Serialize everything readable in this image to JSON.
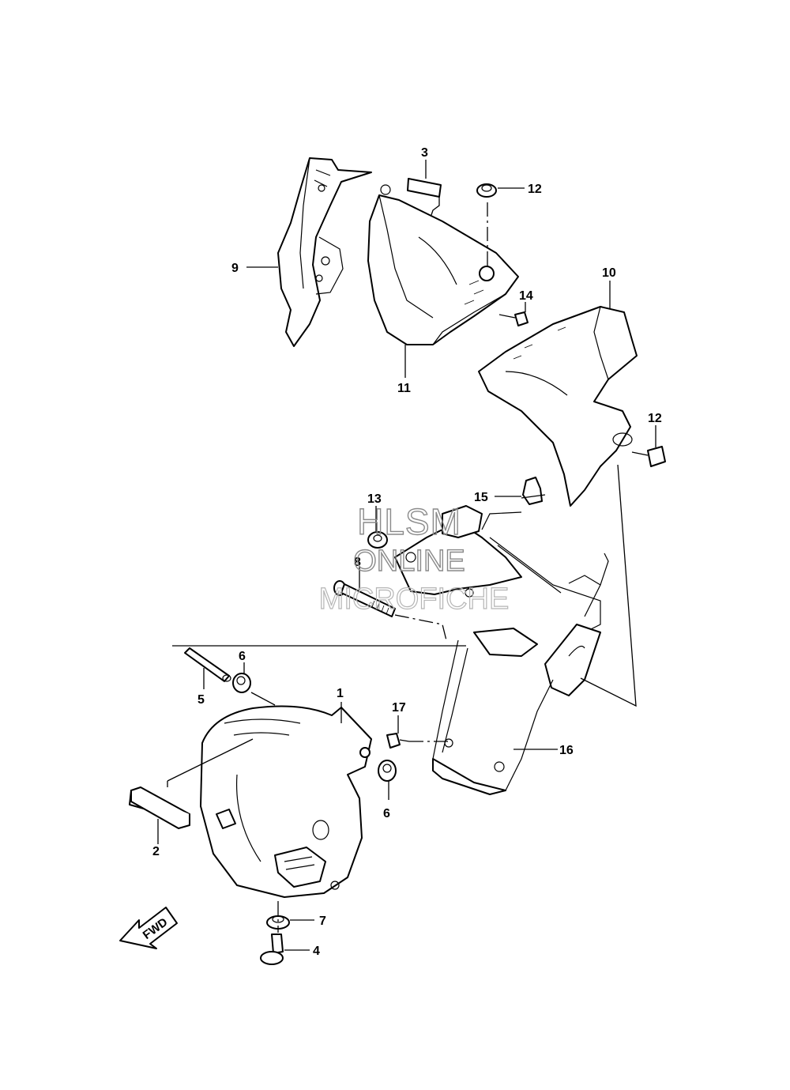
{
  "callouts": {
    "c1": "1",
    "c2": "2",
    "c3": "3",
    "c4": "4",
    "c5": "5",
    "c6a": "6",
    "c6b": "6",
    "c7": "7",
    "c8": "8",
    "c9": "9",
    "c10": "10",
    "c11": "11",
    "c12a": "12",
    "c12b": "12",
    "c13": "13",
    "c14": "14",
    "c15": "15",
    "c16": "16",
    "c17": "17"
  },
  "watermark": {
    "line1": "HLSM",
    "line2": "ONLINE",
    "line3": "MICROFICHE"
  },
  "fwd_label": "FWD"
}
